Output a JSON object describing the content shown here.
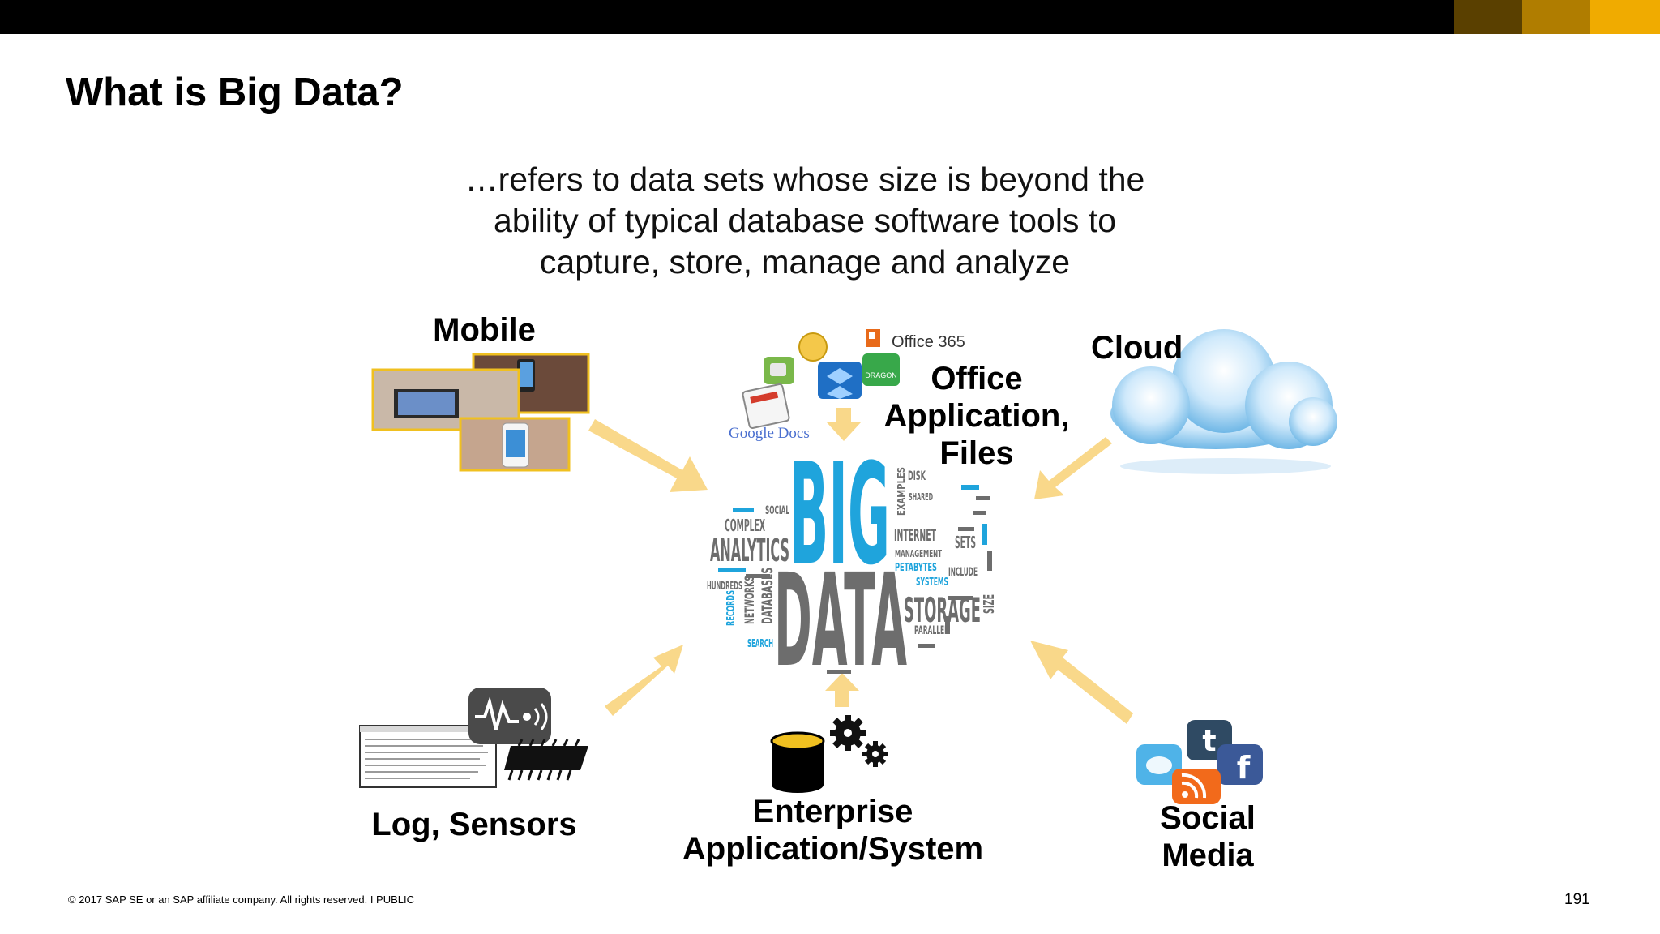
{
  "slide": {
    "title": "What is Big Data?",
    "definition_lines": [
      "…refers to data sets whose size is beyond the",
      "ability of typical database software tools to",
      "capture, store, manage and analyze"
    ],
    "footer": "© 2017 SAP SE or an SAP affiliate company. All rights reserved.  I  PUBLIC",
    "page_number": "191"
  },
  "sources": {
    "mobile": "Mobile",
    "office_lines": [
      "Office",
      "Application,",
      "Files"
    ],
    "cloud": "Cloud",
    "log": "Log, Sensors",
    "enterprise_lines": [
      "Enterprise",
      "Application/System"
    ],
    "social_lines": [
      "Social",
      "Media"
    ]
  },
  "logos": {
    "office365": "Office 365",
    "google_docs": "Google Docs",
    "dragon": "DRAGON"
  },
  "word_cloud": {
    "big": "BIG",
    "data": "DATA",
    "words": [
      "ANALYTICS",
      "COMPLEX",
      "STORAGE",
      "INTERNET",
      "DATABASES",
      "NETWORKS",
      "SETS",
      "PETABYTES",
      "SYSTEMS",
      "SEARCH",
      "SOCIAL",
      "PARALLEL",
      "RECORDS",
      "HUNDREDS",
      "MANAGEMENT",
      "SIZE",
      "INCLUDE",
      "DISK",
      "SHARED",
      "EXAMPLES"
    ]
  },
  "colors": {
    "accent_gold": "#f0ab00",
    "arrow": "#f9d88a",
    "cloud_blue": "#7fc3ee",
    "word_gray": "#6d6d6d",
    "word_blue": "#1fa4dc"
  }
}
